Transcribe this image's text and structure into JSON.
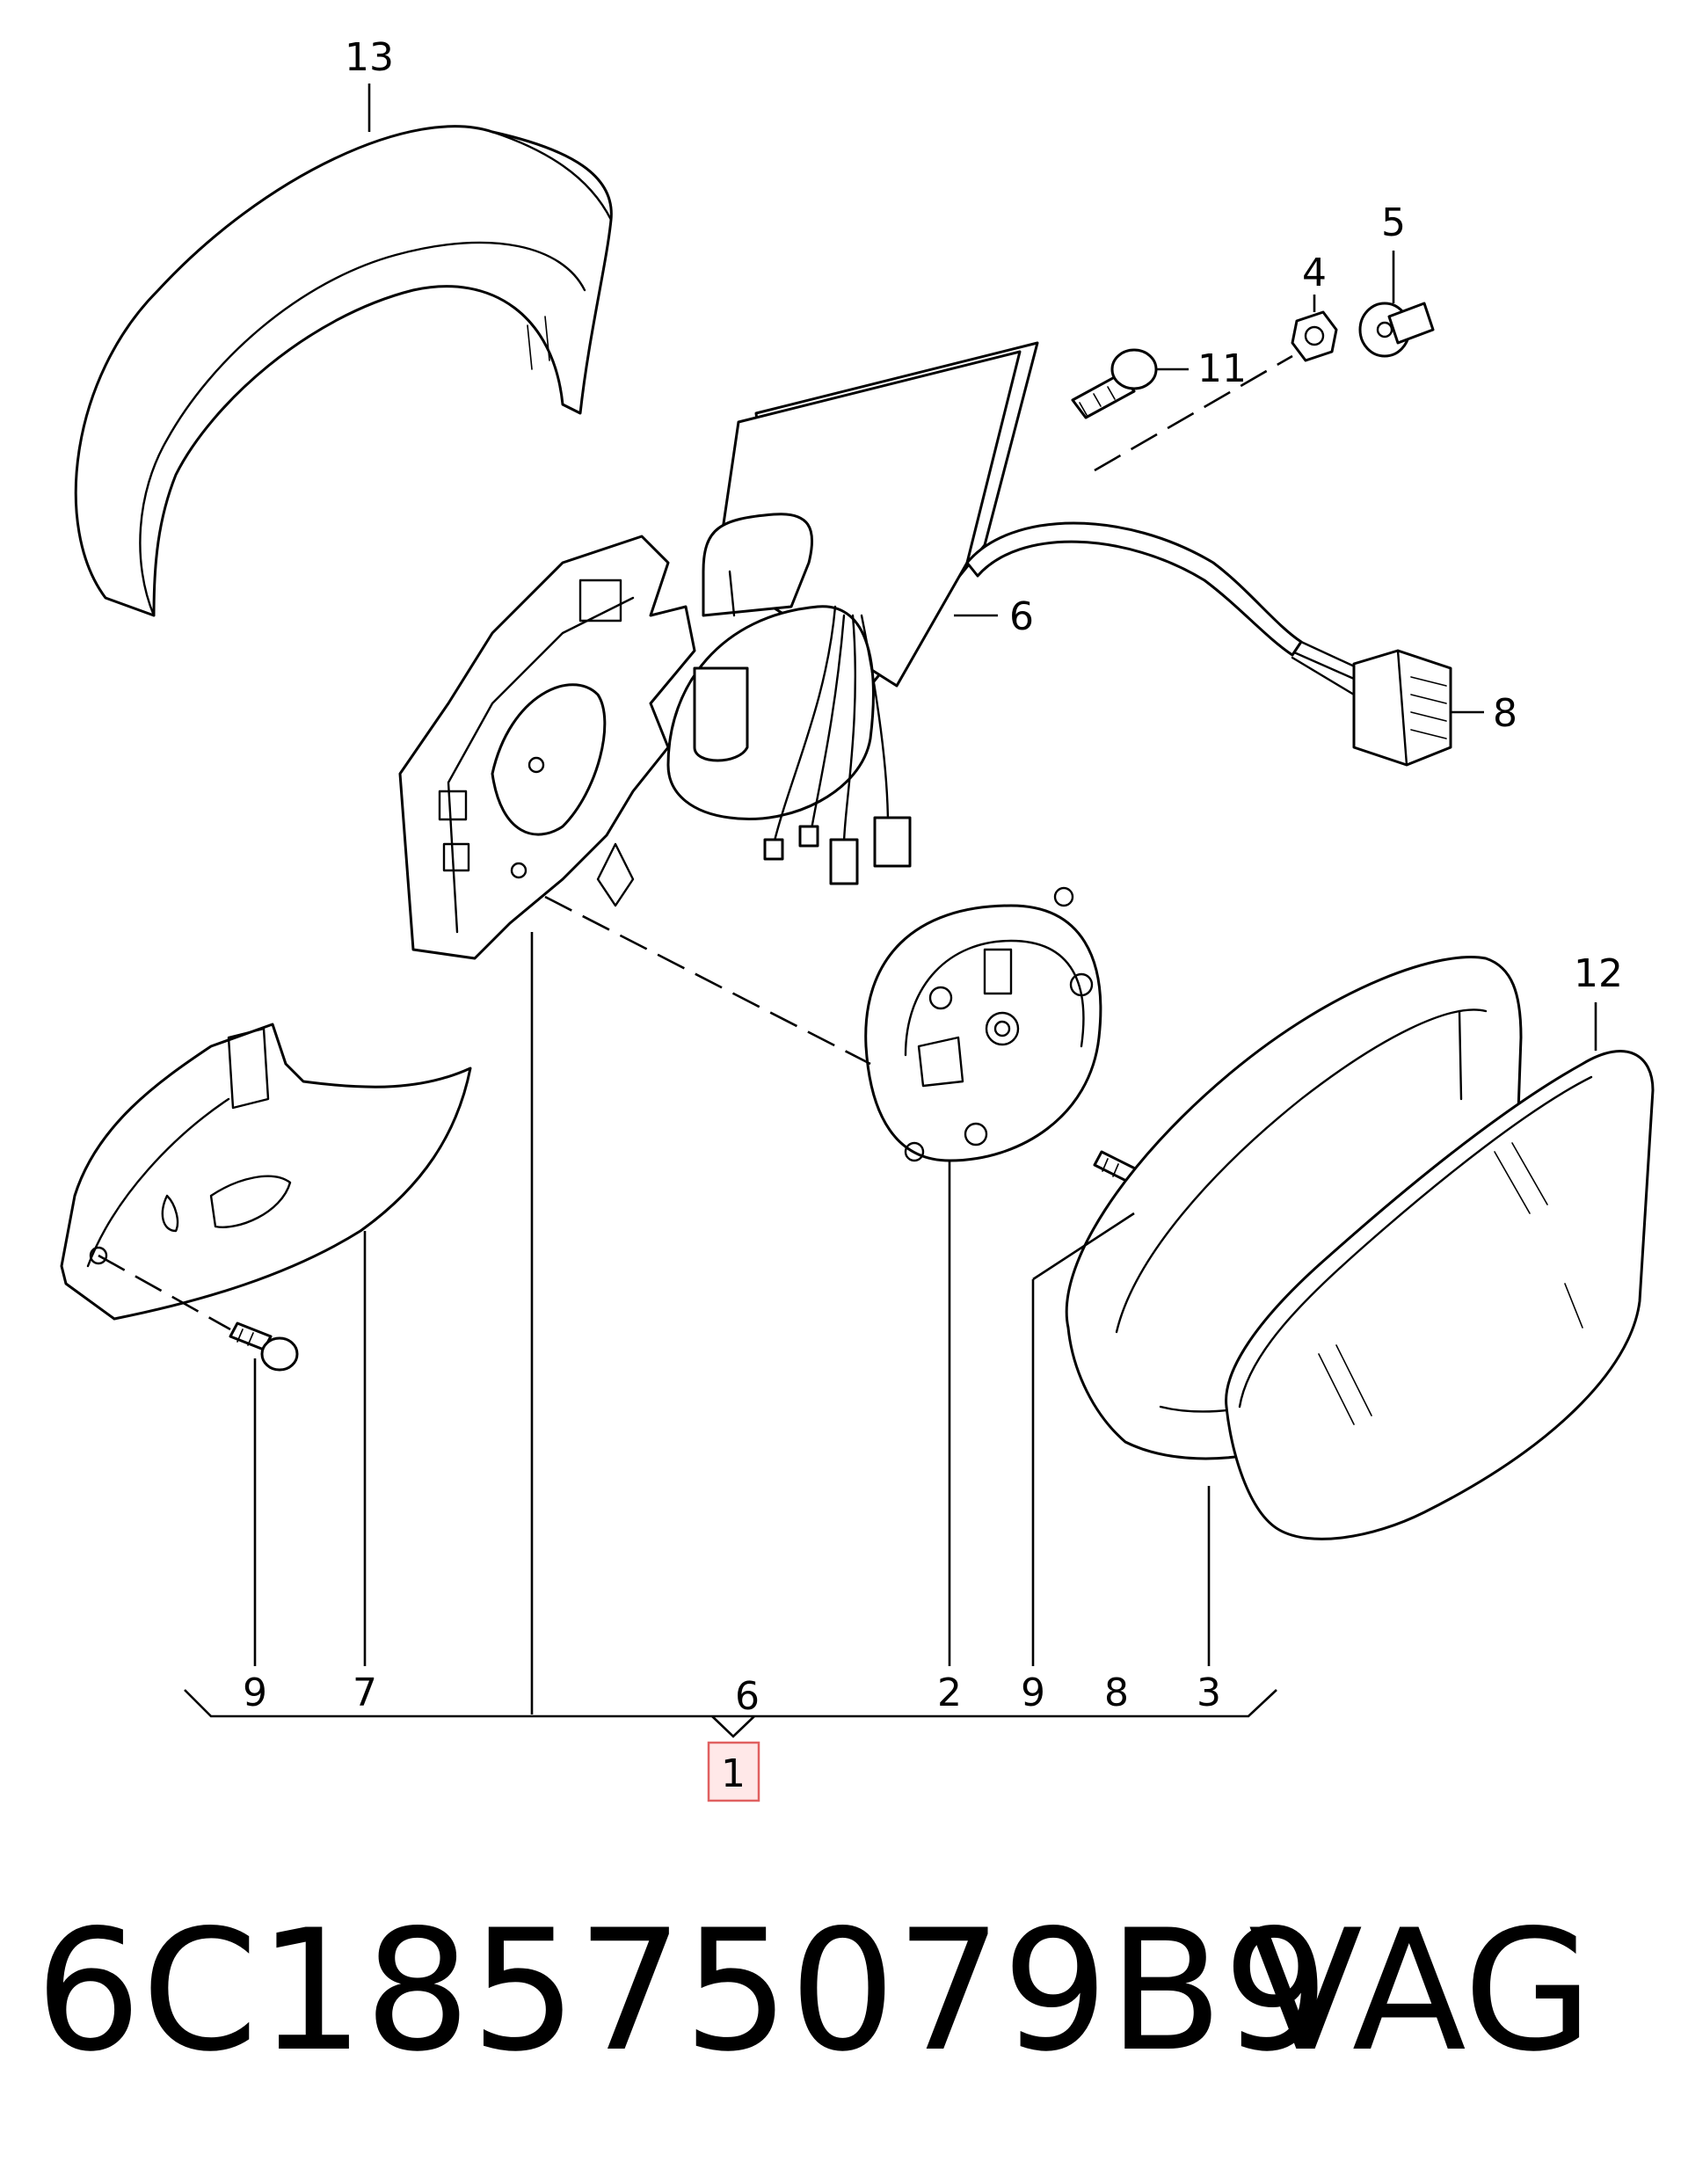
{
  "diagram": {
    "callouts": {
      "c13": "13",
      "c5": "5",
      "c4": "4",
      "c11": "11",
      "c6_top": "6",
      "c8_top": "8",
      "c12": "12",
      "c9_bottom": "9",
      "c7": "7",
      "c6_bottom": "6",
      "c2": "2",
      "c9_right": "9",
      "c8_bottom": "8",
      "c3": "3",
      "c1": "1"
    },
    "highlight_color": "#e06060"
  },
  "footer": {
    "part_number": "6C18575079B9",
    "brand": "VAG"
  }
}
